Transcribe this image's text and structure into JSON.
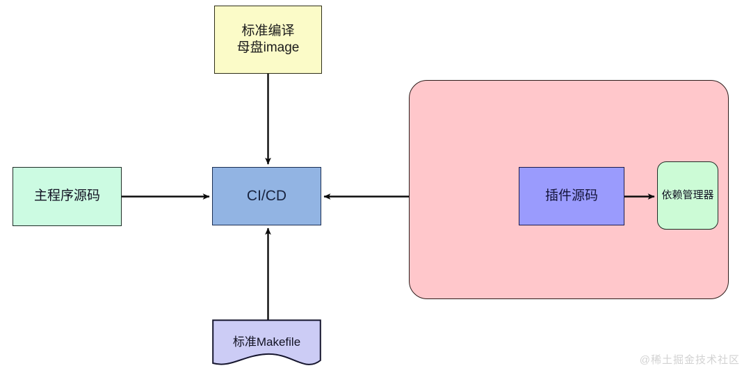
{
  "diagram": {
    "title": "CI/CD build pipeline diagram",
    "background": "#ffffff",
    "nodes": {
      "image": {
        "label": "标准编译\n母盘image",
        "shape": "rectangle",
        "fill": "#fbfbc8",
        "stroke": "#2e2e17"
      },
      "main_source": {
        "label": "主程序源码",
        "shape": "rectangle",
        "fill": "#ccfbe2",
        "stroke": "#1d2b24"
      },
      "cicd": {
        "label": "CI/CD",
        "shape": "rectangle",
        "fill": "#92b4e3",
        "stroke": "#1a2e52"
      },
      "makefile": {
        "label": "标准Makefile",
        "shape": "document",
        "fill": "#ccccf5",
        "stroke": "#16162e"
      },
      "plugin_source": {
        "label": "插件源码",
        "shape": "rectangle",
        "fill": "#9a9bfd",
        "stroke": "#1c1c4a"
      },
      "dependency_manager": {
        "label": "依赖管理器",
        "shape": "rounded-rectangle",
        "fill": "#ccfbd6",
        "stroke": "#1d2b24"
      }
    },
    "groups": {
      "plugin_group": {
        "label": "",
        "shape": "rounded-rectangle",
        "fill": "#ffc7cb",
        "stroke": "#2b1a18"
      }
    },
    "edges": [
      {
        "name": "image-to-cicd",
        "from": "image",
        "to": "cicd",
        "direction": "down",
        "label": ""
      },
      {
        "name": "main-source-to-cicd",
        "from": "main_source",
        "to": "cicd",
        "direction": "right",
        "label": ""
      },
      {
        "name": "plugin-group-to-cicd",
        "from": "plugin_group",
        "to": "cicd",
        "direction": "left",
        "label": ""
      },
      {
        "name": "makefile-to-cicd",
        "from": "makefile",
        "to": "cicd",
        "direction": "up",
        "label": ""
      },
      {
        "name": "plugin-source-to-dependency-manager",
        "from": "plugin_source",
        "to": "dependency_manager",
        "direction": "right",
        "label": ""
      }
    ],
    "watermark": "@稀土掘金技术社区"
  }
}
